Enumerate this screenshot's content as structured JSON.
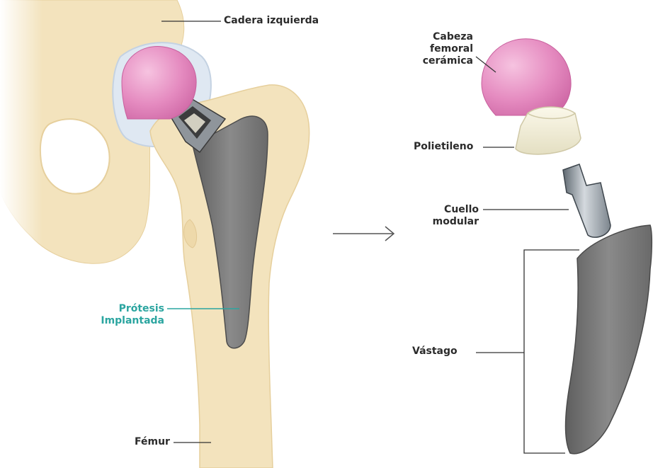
{
  "labels": {
    "cadera": "Cadera izquierda",
    "cabeza": [
      "Cabeza",
      "femoral",
      "cerámica"
    ],
    "polietileno": "Polietileno",
    "cuello": [
      "Cuello",
      "modular"
    ],
    "protesis": [
      "Prótesis",
      "Implantada"
    ],
    "vastago": "Vástago",
    "femur": "Fémur"
  },
  "colors": {
    "bone": "#f3e3bd",
    "bone_edge": "#e9d3a3",
    "ceramic_pink": "#e58bc0",
    "polyethylene": "#f0ecd6",
    "cup_blue": "#d8e4f0",
    "metal_gray": "#7b7b7b",
    "neck_steel": "#9aa3ad",
    "accent_teal": "#2ba5a0",
    "text": "#2b2b2b"
  }
}
